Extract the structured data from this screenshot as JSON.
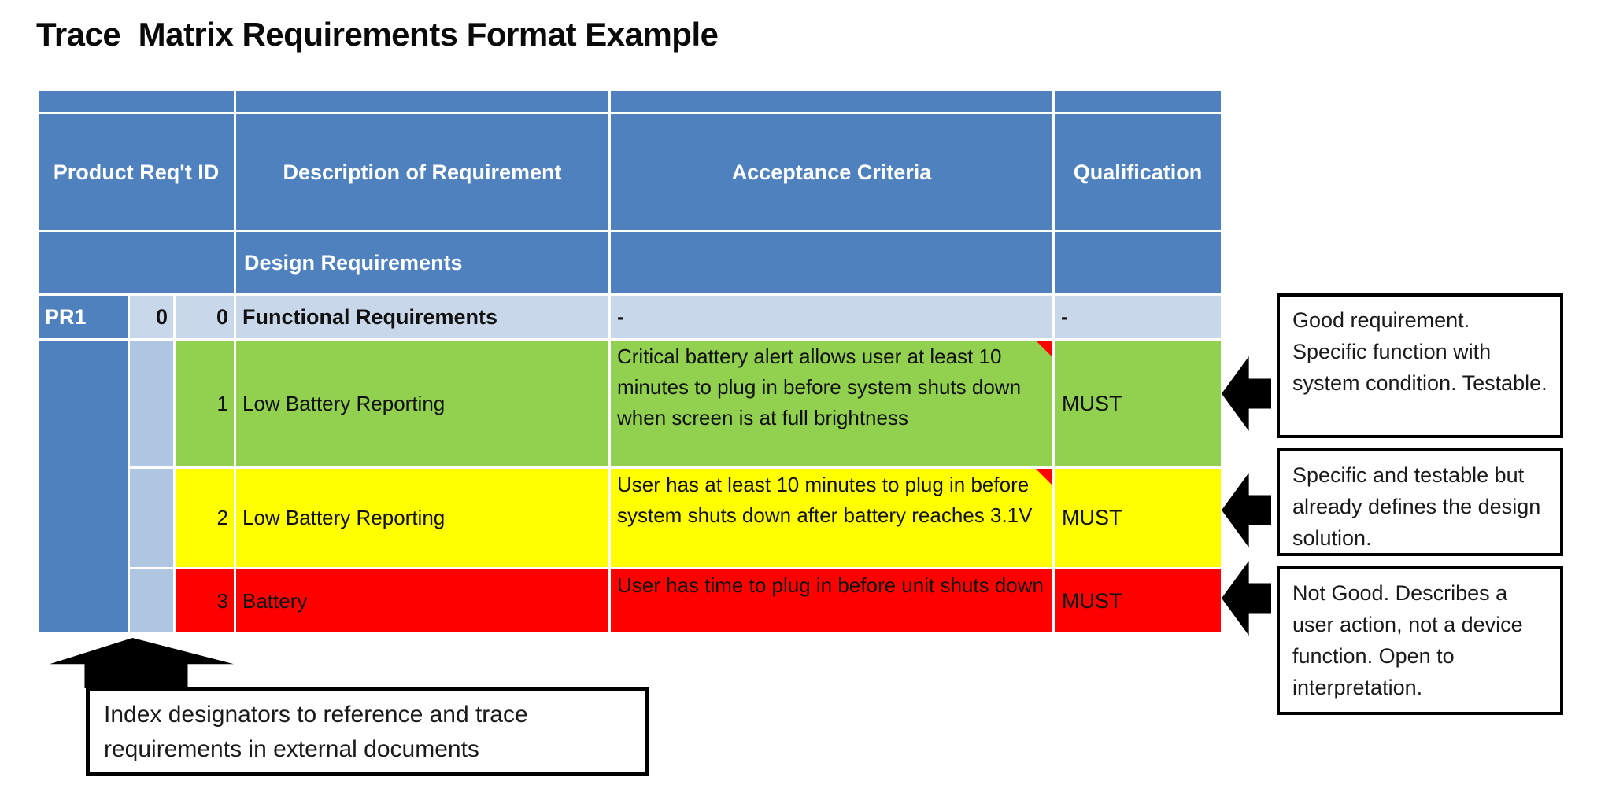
{
  "title": "Trace  Matrix Requirements Format Example",
  "colors": {
    "header_blue": "#4E81BD",
    "row_light_blue": "#C9D7EB",
    "index_column_blue": "#AEC6E2",
    "good_green": "#92D050",
    "warn_yellow": "#FFFF00",
    "bad_red": "#FF0000",
    "comment_marker": "#FF0000",
    "annotation": "#000000"
  },
  "table": {
    "column_headers": {
      "product_req_id": "Product Req't ID",
      "description": "Description of Requirement",
      "acceptance": "Acceptance Criteria",
      "qualification": "Qualification"
    },
    "section_header": "Design Requirements",
    "rows": [
      {
        "product_id": "PR1",
        "index1": "0",
        "index2": "0",
        "description": "Functional Requirements",
        "acceptance": "-",
        "qualification": "-",
        "highlight": "light-blue",
        "comment_marker": false
      },
      {
        "product_id": "",
        "index1": "",
        "index2": "1",
        "description": "Low Battery Reporting",
        "acceptance": "Critical battery alert allows user at least 10 minutes to plug in before system shuts down when screen is at full brightness",
        "qualification": "MUST",
        "highlight": "green",
        "comment_marker": true
      },
      {
        "product_id": "",
        "index1": "",
        "index2": "2",
        "description": "Low Battery Reporting",
        "acceptance": "User has at least 10 minutes to plug in before system shuts down after battery reaches 3.1V",
        "qualification": "MUST",
        "highlight": "yellow",
        "comment_marker": true
      },
      {
        "product_id": "",
        "index1": "",
        "index2": "3",
        "description": "Battery",
        "acceptance": "User has time to plug in before unit shuts down",
        "qualification": "MUST",
        "highlight": "red",
        "comment_marker": false
      }
    ]
  },
  "callouts": [
    {
      "text": "Good requirement. Specific function with system condition. Testable."
    },
    {
      "text": "Specific and testable but already defines the design solution."
    },
    {
      "text": "Not Good. Describes a user action, not a device function. Open to interpretation."
    }
  ],
  "footnote": "Index designators to reference and trace requirements in external documents"
}
